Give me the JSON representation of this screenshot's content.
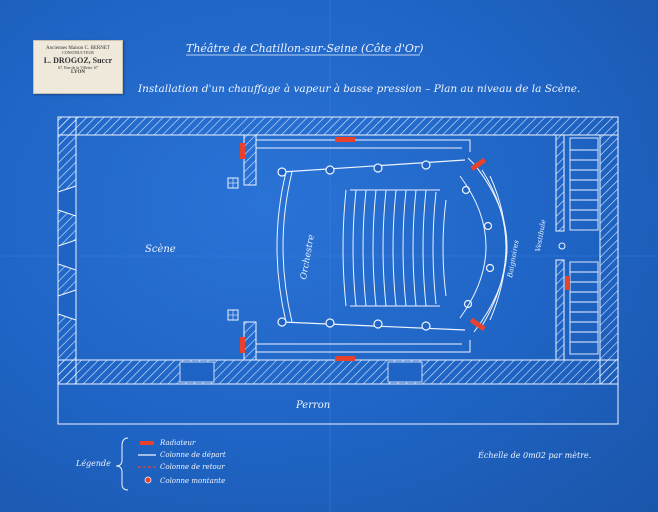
{
  "stamp": {
    "line1": "Anciennes Maison C. BERNET",
    "line2": "CONSTRUCTEUR",
    "line3": "L. DROGOZ, Succr",
    "line4": "67, Rue de la Villette, 67",
    "line5": "LYON"
  },
  "title": "Théâtre de Chatillon-sur-Seine (Côte d'Or)",
  "subtitle": "Installation d'un chauffage à vapeur à basse pression – Plan au niveau de la Scène.",
  "rooms": {
    "scene": "Scène",
    "orchestre": "Orchestre",
    "baignoires": "Baignoires",
    "vestibule": "Vestibule",
    "perron": "Perron"
  },
  "legend": {
    "title": "Légende",
    "items": [
      "Radiateur",
      "Colonne de départ",
      "Colonne de retour",
      "Colonne montante"
    ]
  },
  "scale": "Échelle de 0m02 par mètre.",
  "colors": {
    "paper": "#1f64c4",
    "ink": "#eef4ff",
    "radiator": "#e8412c"
  }
}
